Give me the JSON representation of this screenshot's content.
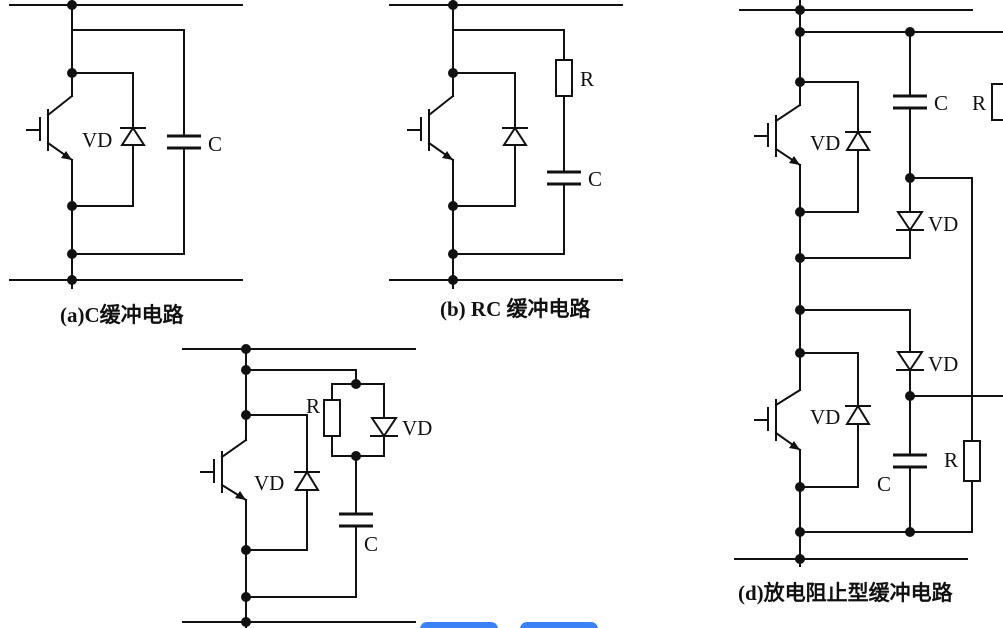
{
  "labels": {
    "vd": "VD",
    "c": "C",
    "r": "R"
  },
  "captions": {
    "a": "(a)C缓冲电路",
    "b": "(b) RC 缓冲电路",
    "d": "(d)放电阻止型缓冲电路"
  },
  "colors": {
    "line": "#111111",
    "background": "#ffffff",
    "accent_tab": "#3b82f6"
  }
}
